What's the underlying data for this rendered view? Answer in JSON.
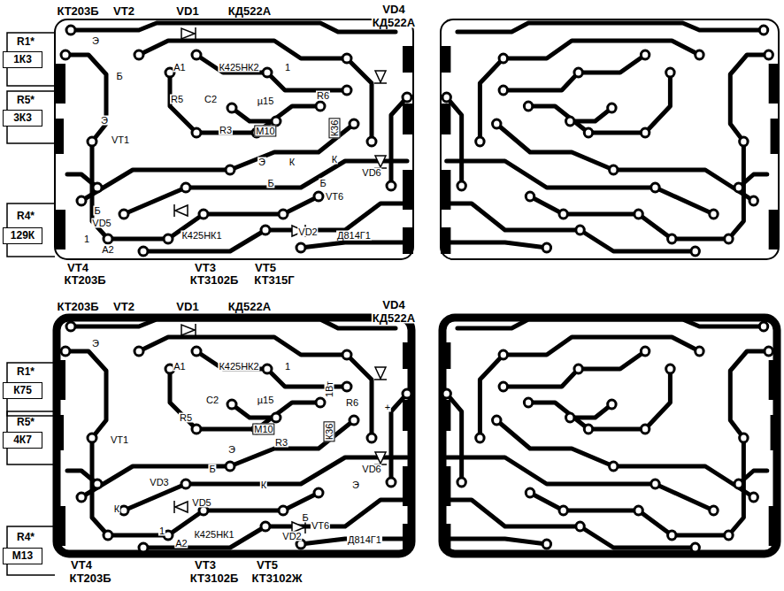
{
  "diagram": {
    "nodes": [
      {
        "text": [
          "R1*",
          "1К3"
        ]
      },
      {
        "text": [
          "R5*",
          "3К3"
        ]
      },
      {
        "text": [
          "R4*",
          "129К"
        ]
      },
      {
        "text": [
          "R1*",
          "К75"
        ]
      },
      {
        "text": [
          "R5*",
          "4К7"
        ]
      },
      {
        "text": [
          "R4*",
          "М13"
        ]
      }
    ],
    "labels": [
      "КТ203Б",
      "VT2",
      "VD1",
      "КД522А",
      "VD4",
      "КД522А",
      "Э",
      "А1",
      "К425НК2",
      "1",
      "Б",
      "R5",
      "C2",
      "µ15",
      "R6",
      "К36",
      "Э",
      "VT1",
      "R3",
      "М10",
      "Э",
      "К",
      "К",
      "VD6",
      "Б",
      "Б",
      "VT6",
      "Б",
      "VD5",
      "К425НК1",
      "VD2",
      "Д814Г1",
      "1",
      "А2",
      "VT4",
      "КТ203Б",
      "VT3",
      "КТ3102Б",
      "VT5",
      "КТ315Г",
      "КТ203Б",
      "VT2",
      "VD1",
      "КД522А",
      "VD4",
      "КД522А",
      "Э",
      "А1",
      "К425НК2",
      "1",
      "R5",
      "C2",
      "µ15",
      "К36",
      "1Вт",
      "R6",
      "+",
      "М10",
      "R3",
      "VT1",
      "Э",
      "Б",
      "VD3",
      "К",
      "К",
      "VD5",
      "Б",
      "Э",
      "VD6",
      "VT6",
      "К425НК1",
      "VD2",
      "Д814Г1",
      "1",
      "А2",
      "VT4",
      "КТ203Б",
      "VT3",
      "КТ3102Б",
      "VT5",
      "КТ3102Ж"
    ]
  }
}
